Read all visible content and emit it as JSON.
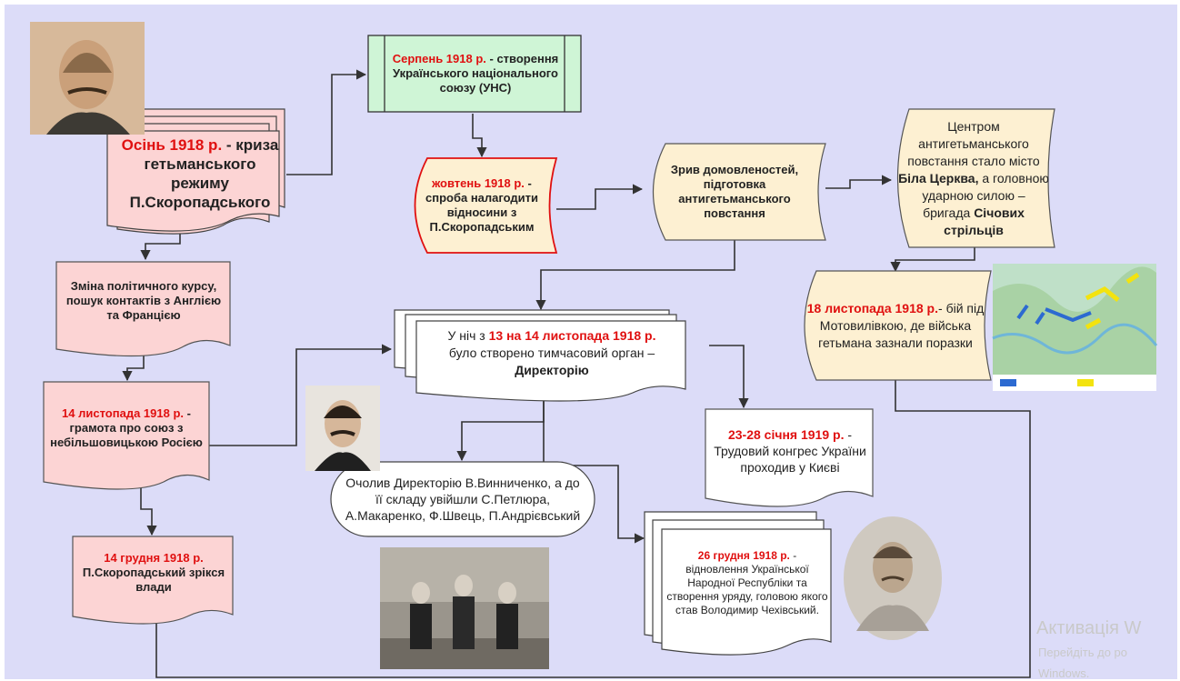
{
  "boxes": {
    "autumn": {
      "date": "Осінь 1918 р.",
      "sep": " - ",
      "rest": "криза гетьманського режиму П.Скоропадського"
    },
    "serpen": {
      "date": "Серпень 1918 р.",
      "sep": " - ",
      "rest": "створення Українського національного союзу (УНС)"
    },
    "zhovten": {
      "date": "жовтень 1918 р.",
      "sep": " - ",
      "rest": "спроба налагодити відносини з П.Скоропадським"
    },
    "zryv": {
      "text": "Зрив домовленостей, підготовка антигетьманського повстання"
    },
    "center": {
      "part1": "Центром антигетьманського повстання стало місто",
      "place": "Біла Церква,",
      "part2": "а головною ударною силою – бригада",
      "force": "Січових стрільців"
    },
    "change": {
      "text": "Зміна політичного курсу, пошук контактів з Англією та Францією"
    },
    "gramota": {
      "date": "14 листопада 1918 р.",
      "sep": " - ",
      "rest": "грамота про союз з небільшовицькою Росією"
    },
    "grudnia14": {
      "date": "14 грудня 1918 р.",
      "rest": "П.Скоропадський зрікся влади"
    },
    "directory": {
      "pre": "У ніч з",
      "date": "13 на 14 листопада 1918 р.",
      "mid": "було створено тимчасовий орган –",
      "name": "Директорію"
    },
    "headed": {
      "text": "Очолив Директорію В.Винниченко, а до її складу увійшли С.Петлюра, А.Макаренко, Ф.Швець, П.Андрієвський"
    },
    "motov": {
      "date": "18 листопада 1918 р.",
      "sep": "-",
      "rest": "бій під Мотовилівкою, де війська гетьмана зазнали поразки"
    },
    "congress": {
      "date": "23-28 січня 1919 р.",
      "sep": " - ",
      "rest": "Трудовий конгрес України проходив у Києві"
    },
    "grudnia26": {
      "date": "26 грудня 1918 р.",
      "sep": " - ",
      "rest": "відновлення Української Народної Республіки та створення уряду, головою якого став Володимир Чехівський."
    }
  },
  "watermark": {
    "line1": "Активація W",
    "line2": "Перейдіть до ро",
    "line3": "Windows."
  },
  "colors": {
    "pink": "#fcd4d4",
    "green": "#cff5d6",
    "beige": "#fdf0d2",
    "red": "#e01010",
    "bg": "#dcdcf8"
  }
}
